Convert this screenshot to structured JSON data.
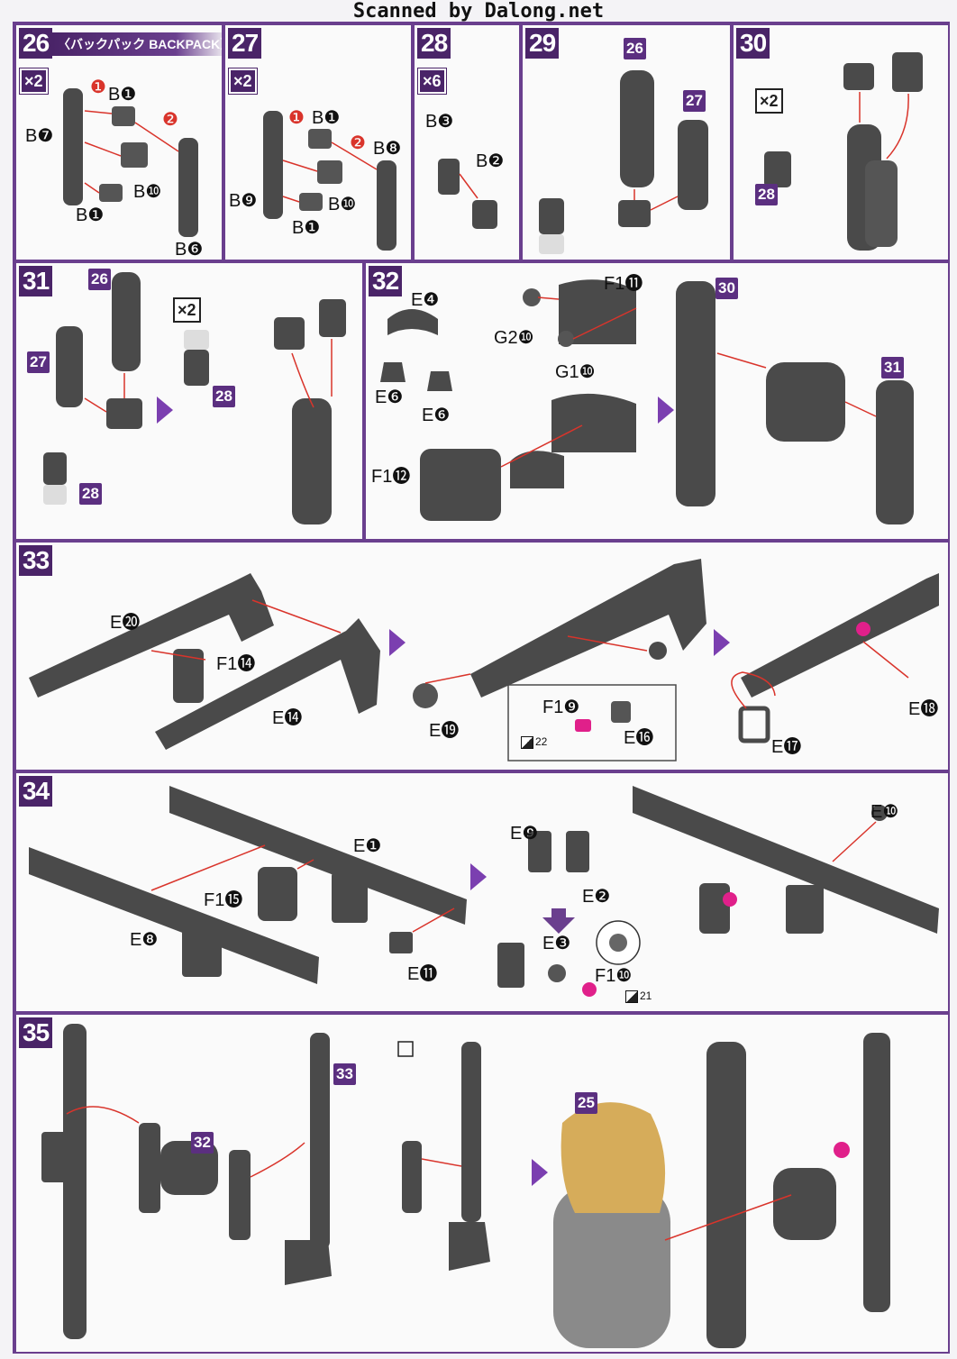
{
  "header": {
    "watermark": "Scanned by Dalong.net"
  },
  "colors": {
    "frame": "#6a3f8e",
    "step_badge": "#4a2468",
    "part_gray": "#4a4a4a",
    "arrow_red": "#d9342b",
    "pink": "#e0208a"
  },
  "steps": {
    "s26": {
      "num": "26",
      "title": "〈バックパック BACKPACK〉",
      "qty": "×2",
      "labels": [
        "B❶",
        "B❼",
        "B❿",
        "B❶",
        "B❻"
      ],
      "order": [
        "❶",
        "❷"
      ]
    },
    "s27": {
      "num": "27",
      "qty": "×2",
      "labels": [
        "B❶",
        "B❽",
        "B❾",
        "B❿",
        "B❶"
      ],
      "order": [
        "❶",
        "❷"
      ]
    },
    "s28": {
      "num": "28",
      "qty": "×6",
      "labels": [
        "B❸",
        "B❷"
      ]
    },
    "s29": {
      "num": "29",
      "refs": [
        "26",
        "27"
      ]
    },
    "s30": {
      "num": "30",
      "qty": "×2",
      "refs": [
        "28"
      ]
    },
    "s31": {
      "num": "31",
      "qty": "×2",
      "refs": [
        "26",
        "27",
        "28",
        "28"
      ]
    },
    "s32": {
      "num": "32",
      "labels": [
        "E❹",
        "E❻",
        "E❻",
        "F1⓫",
        "G2❿",
        "G1❿",
        "F1⓬"
      ],
      "refs": [
        "30",
        "31"
      ]
    },
    "s33": {
      "num": "33",
      "labels": [
        "E⓴",
        "F1⓮",
        "E⓮",
        "E⓳",
        "F1❾",
        "E⓰",
        "E⓱",
        "E⓲"
      ],
      "sticker": "22"
    },
    "s34": {
      "num": "34",
      "labels": [
        "E❶",
        "F1⓯",
        "E❽",
        "E⓫",
        "E❾",
        "E❷",
        "E❸",
        "F1❿",
        "E❿"
      ],
      "sticker": "21"
    },
    "s35": {
      "num": "35",
      "refs": [
        "32",
        "33",
        "25"
      ]
    }
  }
}
